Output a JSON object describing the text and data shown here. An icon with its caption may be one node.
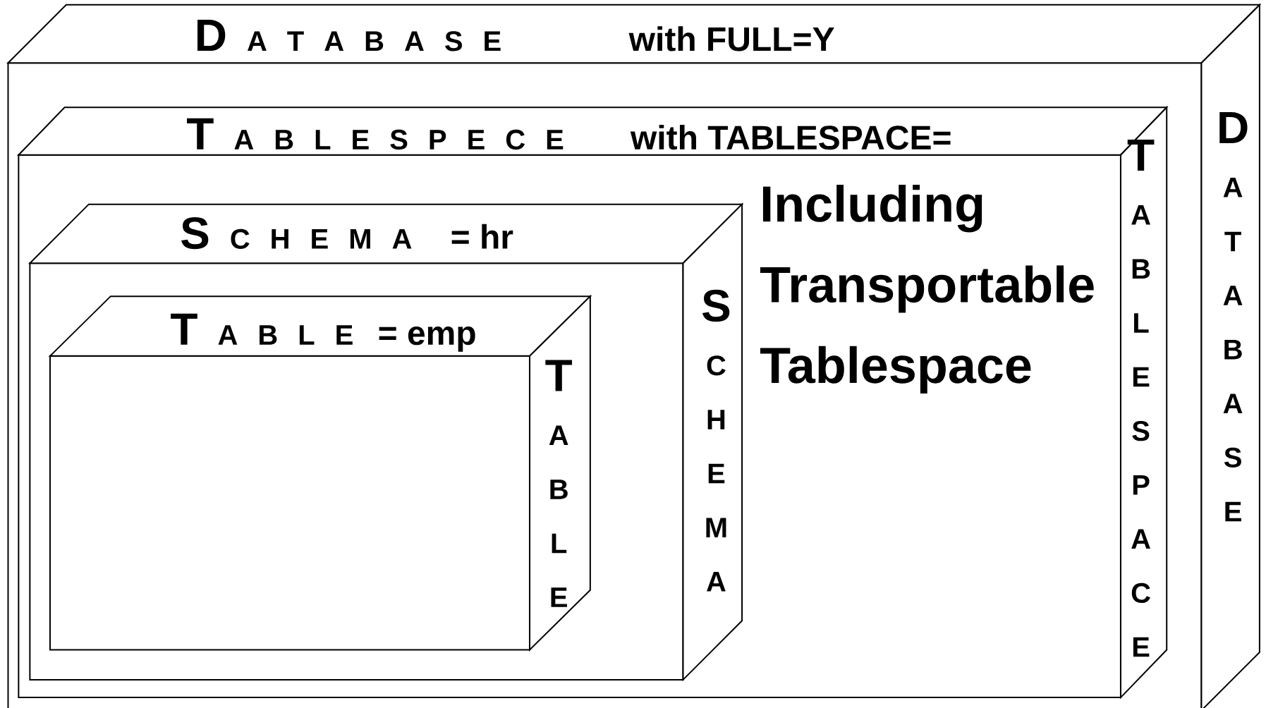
{
  "diagram": {
    "nodes": [
      {
        "text": [
          "D A T A B A S E",
          "with FULL=Y",
          "DATABASE"
        ]
      },
      {
        "text": [
          "T A B L E S P E C E",
          "with TABLESPACE=",
          "TABLESPACE",
          "Including Transportable Tablespace"
        ],
        "in": 0
      },
      {
        "text": [
          "S C H E M A",
          "= hr",
          "SCHEMA"
        ],
        "in": 1
      },
      {
        "text": [
          "T A B L E",
          "= emp",
          "TABLE"
        ],
        "in": 2
      }
    ]
  }
}
